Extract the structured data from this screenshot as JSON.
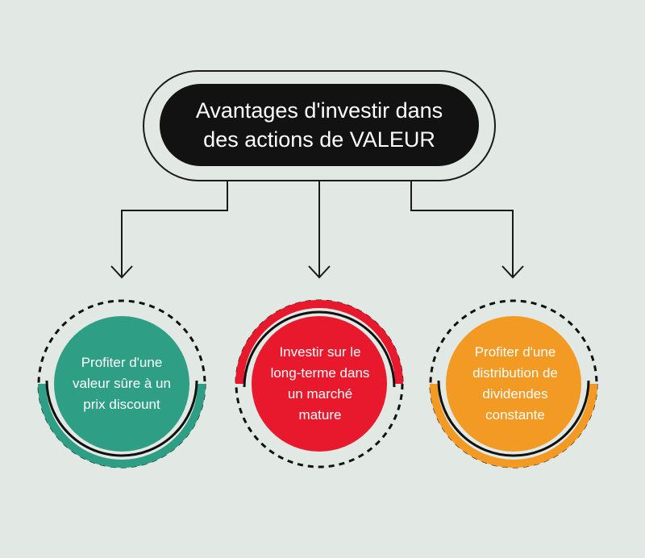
{
  "title": {
    "line1": "Avantages d'investir dans",
    "line2": "des actions de VALEUR"
  },
  "nodes": [
    {
      "lines": [
        "Profiter d'une",
        "valeur sûre à un",
        "prix discount"
      ],
      "color": "#2e9e84"
    },
    {
      "lines": [
        "Investir sur le",
        "long-terme dans",
        "un marché",
        "mature"
      ],
      "color": "#e8192c"
    },
    {
      "lines": [
        "Profiter d'une",
        "distribution de",
        "dividendes",
        "constante"
      ],
      "color": "#f29a24"
    }
  ],
  "colors": {
    "background": "#e2e8e4",
    "title_fill": "#121212",
    "line": "#1a1a1a"
  }
}
